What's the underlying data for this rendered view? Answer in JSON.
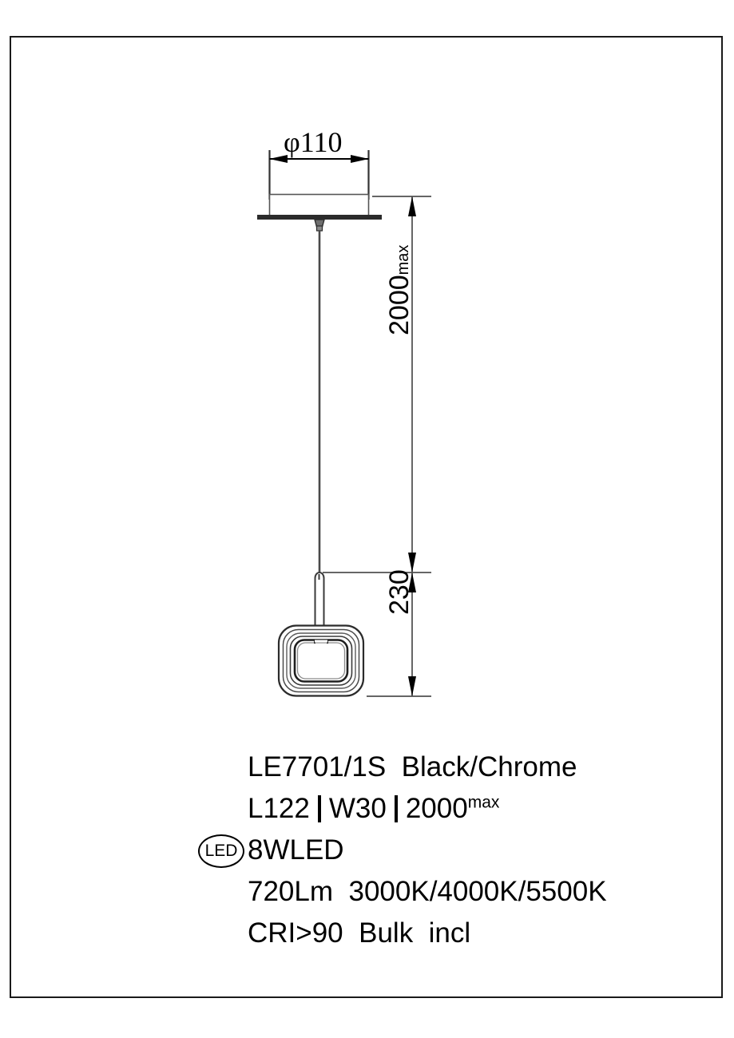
{
  "sheet": {
    "background": "#ffffff",
    "frame_color": "#1a1a1a"
  },
  "drawing": {
    "title": "Pendant lamp technical drawing",
    "dimensions": {
      "diameter_label": "φ110",
      "drop_label_value": "2000",
      "drop_label_suffix": "max",
      "fixture_height_label": "230"
    },
    "parts": {
      "canopy": "ceiling-canopy",
      "cable": "suspension-cable",
      "stem": "drop-stem",
      "shade": "square-ring-shade"
    }
  },
  "spec": {
    "model_line": "LE7701/1S  Black/Chrome",
    "model_code": "LE7701/1S",
    "finish": "Black/Chrome",
    "length": "L122",
    "width": "W30",
    "drop": "2000",
    "drop_sup": "max",
    "led_badge": "LED",
    "wattage": "8WLED",
    "lumen_cct": "720Lm  3000K/4000K/5500K",
    "lumen": "720Lm",
    "cct": "3000K/4000K/5500K",
    "cri_bulb": "CRI>90  Bulk  incl",
    "cri": "CRI>90",
    "bulb": "Bulk  incl"
  }
}
